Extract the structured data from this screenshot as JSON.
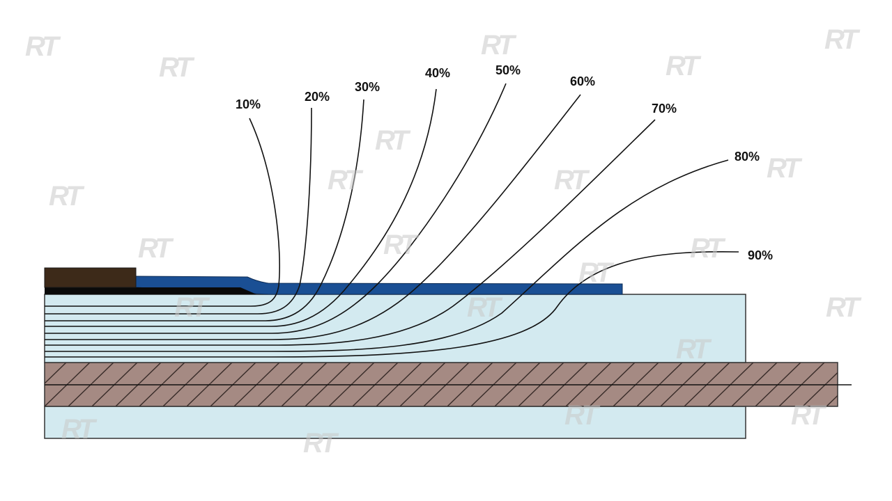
{
  "diagram": {
    "labels": [
      "10%",
      "20%",
      "30%",
      "40%",
      "50%",
      "60%",
      "70%",
      "80%",
      "90%"
    ],
    "watermark": "RT",
    "colors": {
      "jacket": "#3d2a19",
      "semicon": "#0a0a0a",
      "stress_layer": "#1a4f94",
      "insulation": "#d3eaf0",
      "conductor": "#a58a83",
      "line": "#111111"
    }
  }
}
